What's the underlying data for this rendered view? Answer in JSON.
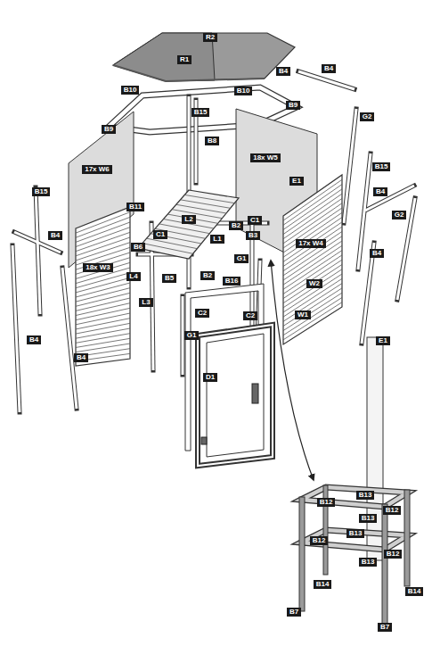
{
  "diagram": {
    "labels": [
      "R2",
      "R1",
      "B4",
      "B4",
      "B10",
      "B10",
      "B9",
      "B15",
      "B9",
      "B8",
      "G2",
      "17x W6",
      "18x W5",
      "E1",
      "B15",
      "B4",
      "B15",
      "B11",
      "L2",
      "C1",
      "G2",
      "B2",
      "B3",
      "L1",
      "C1",
      "B4",
      "B6",
      "17x W4",
      "B4",
      "G1",
      "18x W3",
      "L4",
      "B5",
      "B2",
      "B16",
      "W2",
      "L3",
      "C2",
      "C2",
      "W1",
      "G1",
      "B4",
      "B4",
      "E1",
      "D1",
      "B13",
      "B12",
      "B12",
      "B13",
      "B13",
      "B12",
      "B12",
      "B13",
      "B14",
      "B14",
      "B7",
      "B7"
    ]
  }
}
